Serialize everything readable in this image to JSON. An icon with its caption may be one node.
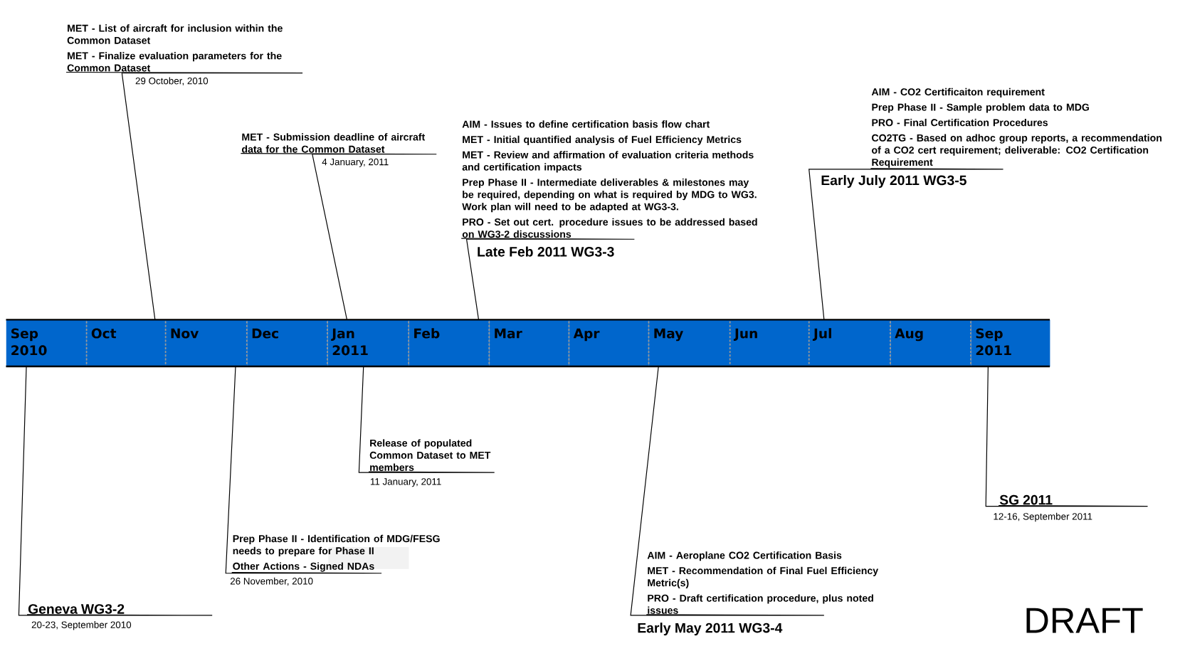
{
  "diagram": {
    "nodes": [
      {
        "text": [
          "MET - List of aircraft for inclusion within the Common Dataset",
          "MET - Finalize evaluation parameters for the Common Dataset"
        ],
        "beside": [
          "29 October, 2010"
        ]
      },
      {
        "text": [
          "MET - Submission deadline of aircraft data for the Common Dataset"
        ],
        "beside": [
          "4 January, 2011"
        ]
      },
      {
        "text": [
          "AIM - Issues to define certification basis flow chart",
          "MET - Initial quantified analysis of Fuel Efficiency Metrics",
          "MET - Review and affirmation of evaluation criteria methods and certification impacts",
          "Prep Phase II - Intermediate deliverables & milestones may be required, depending on what is required by MDG to WG3. Work plan will need to be adapted at WG3-3.",
          "PRO - Set out cert. procedure issues to be addressed based on WG3-2 discussions"
        ],
        "beside": [
          "Late Feb 2011 WG3-3"
        ]
      },
      {
        "text": [
          "AIM - CO2 Certificaiton requirement",
          "Prep Phase II - Sample problem data to MDG",
          "PRO - Final Certification Procedures",
          "CO2TG - Based on adhoc group reports, a recommendation of a CO2 cert requirement; deliverable: CO2 Certification Requirement"
        ],
        "beside": [
          "Early July 2011 WG3-5"
        ]
      },
      {
        "text": [
          "Sep",
          "2010"
        ]
      },
      {
        "text": [
          "Oct"
        ]
      },
      {
        "text": [
          "Nov"
        ]
      },
      {
        "text": [
          "Dec"
        ]
      },
      {
        "text": [
          "Jan",
          "2011"
        ]
      },
      {
        "text": [
          "Feb"
        ]
      },
      {
        "text": [
          "Mar"
        ]
      },
      {
        "text": [
          "Apr"
        ]
      },
      {
        "text": [
          "May"
        ]
      },
      {
        "text": [
          "Jun"
        ]
      },
      {
        "text": [
          "Jul"
        ]
      },
      {
        "text": [
          "Aug"
        ]
      },
      {
        "text": [
          "Sep",
          "2011"
        ]
      },
      {
        "text": [
          "Geneva WG3-2"
        ],
        "beside": [
          "20-23, September 2010"
        ]
      },
      {
        "text": [
          "Prep Phase II - Identification of MDG/FESG needs to prepare for Phase II",
          "Other Actions - Signed NDAs"
        ],
        "beside": [
          "26 November, 2010"
        ]
      },
      {
        "text": [
          "Release of populated Common Dataset to MET members"
        ],
        "beside": [
          "11 January, 2011"
        ]
      },
      {
        "text": [
          "AIM - Aeroplane CO2 Certification Basis",
          "MET - Recommendation of Final Fuel Efficiency Metric(s)",
          "PRO - Draft certification procedure, plus noted issues"
        ],
        "beside": [
          "Early May 2011 WG3-4"
        ]
      },
      {
        "text": [
          "SG 2011"
        ],
        "beside": [
          "12-16, September 2011"
        ]
      },
      {
        "text": [],
        "shape": "box"
      }
    ],
    "edges": [
      {
        "from": 0,
        "to": 5,
        "arrow": "none"
      },
      {
        "from": 1,
        "to": 8,
        "arrow": "none"
      },
      {
        "from": 2,
        "to": 9,
        "arrow": "none"
      },
      {
        "from": 3,
        "to": 14,
        "arrow": "none"
      },
      {
        "from": 17,
        "to": 4,
        "arrow": "none"
      },
      {
        "from": 18,
        "to": 6,
        "arrow": "none"
      },
      {
        "from": 19,
        "to": 8,
        "arrow": "none"
      },
      {
        "from": 20,
        "to": 12,
        "arrow": "none"
      },
      {
        "from": 21,
        "to": 16,
        "arrow": "none"
      }
    ],
    "labels": [
      "DRAFT"
    ]
  }
}
